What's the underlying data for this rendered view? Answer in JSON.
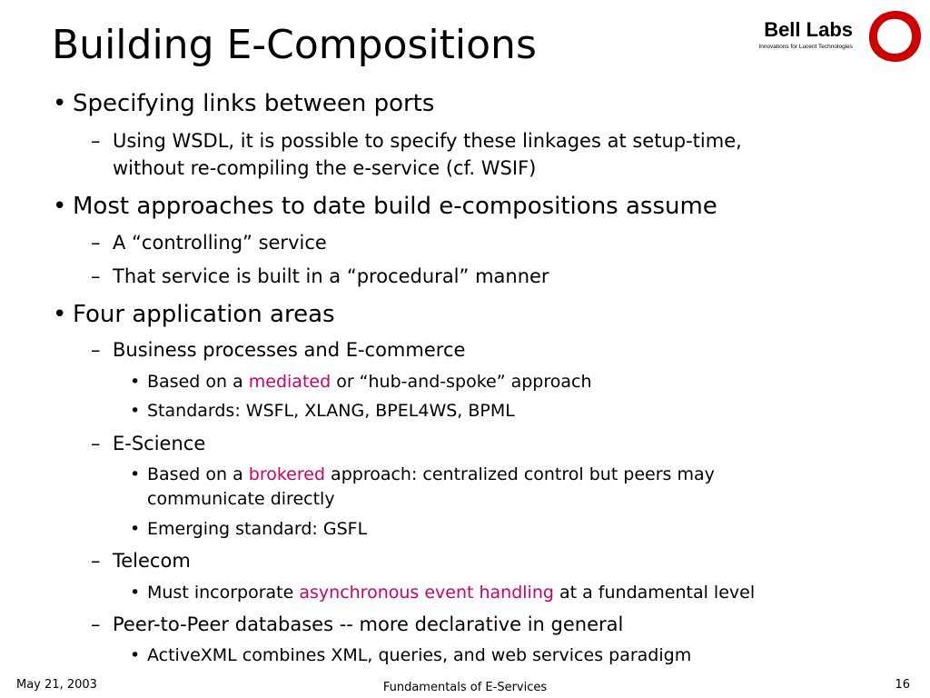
{
  "title": "Building E-Compositions",
  "logo": {
    "name": "Bell Labs",
    "tagline": "Innovations for Lucent Technologies",
    "icon": "red-ring-logo",
    "ring_color": "#cc0000"
  },
  "highlight_color": "#cc0066",
  "markers": {
    "bullet": "•",
    "dash": "–"
  },
  "outline": {
    "b1": "Specifying links between ports",
    "b1_s1_a": "Using WSDL, it is possible to specify these linkages at setup-time,",
    "b1_s1_b": "without re-compiling the e-service (cf.  WSIF)",
    "b2": "Most approaches to date build e-compositions assume",
    "b2_s1": "A “controlling” service",
    "b2_s2": "That service is built in a “procedural” manner",
    "b3": "Four application areas",
    "b3_s1": "Business processes and E-commerce",
    "b3_s1_i1": {
      "pre": "Based on a ",
      "hl": "mediated",
      "post": " or “hub-and-spoke” approach"
    },
    "b3_s1_i2": "Standards: WSFL, XLANG, BPEL4WS, BPML",
    "b3_s2": "E-Science",
    "b3_s2_i1": {
      "pre": "Based on a ",
      "hl": "brokered",
      "post": " approach: centralized control but peers may"
    },
    "b3_s2_i1_b": "communicate directly",
    "b3_s2_i2": "Emerging standard: GSFL",
    "b3_s3": "Telecom",
    "b3_s3_i1": {
      "pre": "Must incorporate ",
      "hl": "asynchronous event handling",
      "post": " at a fundamental level"
    },
    "b3_s4": "Peer-to-Peer databases -- more declarative in general",
    "b3_s4_i1": "ActiveXML combines XML, queries, and web services paradigm"
  },
  "footer": {
    "date": "May 21, 2003",
    "center": "Fundamentals of E-Services",
    "page": "16"
  }
}
